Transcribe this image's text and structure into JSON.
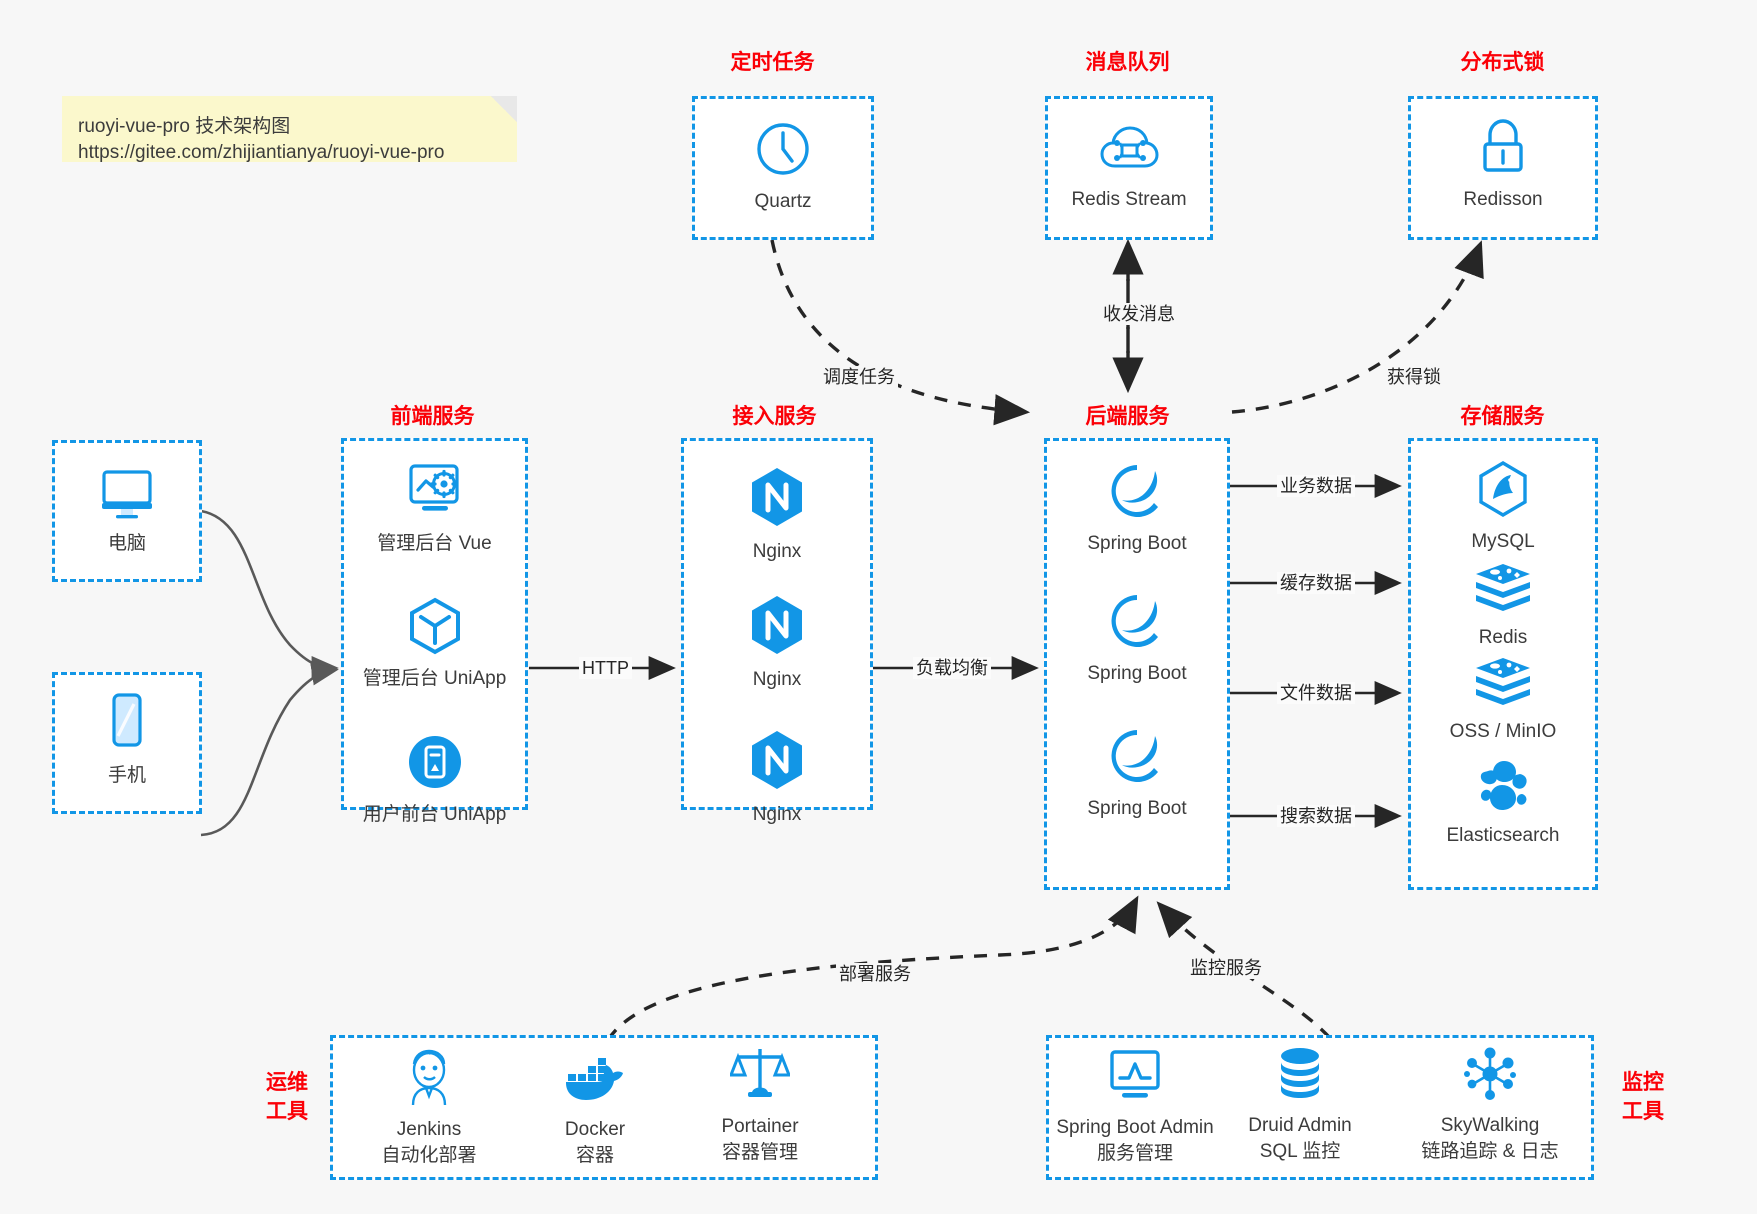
{
  "note": {
    "line1": "ruoyi-vue-pro 技术架构图",
    "line2": "https://gitee.com/zhijiantianya/ruoyi-vue-pro"
  },
  "colors": {
    "accent": "#1296e6",
    "title_red": "#fb0007",
    "background": "#f7f7f7",
    "box_fill": "#ffffff",
    "arrow": "#262626",
    "solid_curve": "#595959",
    "note_fill": "#fbf8cc"
  },
  "groups": {
    "scheduler": {
      "title": "定时任务",
      "items": [
        {
          "label": "Quartz",
          "icon": "clock-icon"
        }
      ]
    },
    "mq": {
      "title": "消息队列",
      "items": [
        {
          "label": "Redis Stream",
          "icon": "cloud-stream-icon"
        }
      ]
    },
    "lock": {
      "title": "分布式锁",
      "items": [
        {
          "label": "Redisson",
          "icon": "lock-icon"
        }
      ]
    },
    "clients": {
      "items": [
        {
          "label": "电脑",
          "icon": "desktop-icon"
        },
        {
          "label": "手机",
          "icon": "mobile-icon"
        }
      ]
    },
    "frontend": {
      "title": "前端服务",
      "items": [
        {
          "label": "管理后台 Vue",
          "icon": "dashboard-gear-icon"
        },
        {
          "label": "管理后台 UniApp",
          "icon": "uniapp-cube-icon"
        },
        {
          "label": "用户前台 UniApp",
          "icon": "app-phone-icon"
        }
      ]
    },
    "gateway": {
      "title": "接入服务",
      "items": [
        {
          "label": "Nginx",
          "icon": "nginx-icon"
        },
        {
          "label": "Nginx",
          "icon": "nginx-icon"
        },
        {
          "label": "Nginx",
          "icon": "nginx-icon"
        }
      ]
    },
    "backend": {
      "title": "后端服务",
      "items": [
        {
          "label": "Spring Boot",
          "icon": "spring-boot-icon"
        },
        {
          "label": "Spring Boot",
          "icon": "spring-boot-icon"
        },
        {
          "label": "Spring Boot",
          "icon": "spring-boot-icon"
        }
      ]
    },
    "storage": {
      "title": "存储服务",
      "items": [
        {
          "label": "MySQL",
          "icon": "mysql-icon"
        },
        {
          "label": "Redis",
          "icon": "redis-icon"
        },
        {
          "label": "OSS / MinIO",
          "icon": "oss-icon"
        },
        {
          "label": "Elasticsearch",
          "icon": "elasticsearch-icon"
        }
      ]
    },
    "devops": {
      "title": "运维\n工具",
      "title_l1": "运维",
      "title_l2": "工具",
      "items": [
        {
          "label": "Jenkins",
          "sub": "自动化部署",
          "icon": "jenkins-icon"
        },
        {
          "label": "Docker",
          "sub": "容器",
          "icon": "docker-icon"
        },
        {
          "label": "Portainer",
          "sub": "容器管理",
          "icon": "portainer-scale-icon"
        }
      ]
    },
    "monitor": {
      "title_l1": "监控",
      "title_l2": "工具",
      "items": [
        {
          "label": "Spring Boot Admin",
          "sub": "服务管理",
          "icon": "monitor-chart-icon"
        },
        {
          "label": "Druid Admin",
          "sub": "SQL 监控",
          "icon": "database-icon"
        },
        {
          "label": "SkyWalking",
          "sub": "链路追踪 & 日志",
          "icon": "skywalking-icon"
        }
      ]
    }
  },
  "edges": {
    "schedule_task": "调度任务",
    "mq_messages": "收发消息",
    "acquire_lock": "获得锁",
    "http": "HTTP",
    "load_balance": "负载均衡",
    "business_data": "业务数据",
    "cache_data": "缓存数据",
    "file_data": "文件数据",
    "search_data": "搜索数据",
    "deploy_service": "部署服务",
    "monitor_service": "监控服务"
  }
}
